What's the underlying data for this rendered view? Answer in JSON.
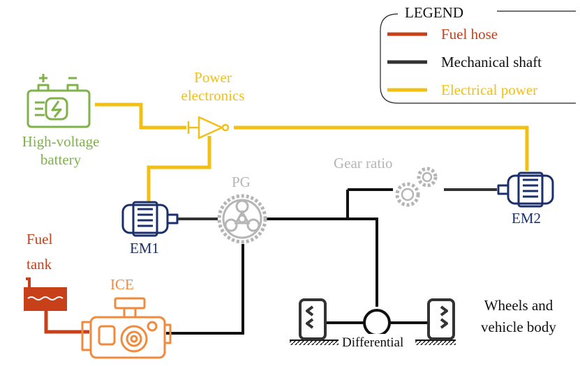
{
  "colors": {
    "fuel": "#c8401a",
    "mechanical": "#333333",
    "electrical": "#f2bf14",
    "battery": "#7fb24a",
    "motor": "#1b2f6b",
    "ice": "#f08a3c",
    "gray": "#b5b5b5",
    "black": "#111111"
  },
  "legend": {
    "title": "LEGEND",
    "items": [
      {
        "label": "Fuel hose",
        "kind": "fuel"
      },
      {
        "label": "Mechanical shaft",
        "kind": "mechanical"
      },
      {
        "label": "Electrical power",
        "kind": "electrical"
      }
    ]
  },
  "components": {
    "battery": {
      "line1": "High-voltage",
      "line2": "battery",
      "icon": "battery-icon"
    },
    "power_electronics": {
      "line1": "Power",
      "line2": "electronics",
      "icon": "inverter-icon"
    },
    "pg": {
      "label": "PG",
      "icon": "planetary-gear-icon"
    },
    "gear_ratio": {
      "label": "Gear ratio",
      "icon": "gears-icon"
    },
    "em1": {
      "label": "EM1",
      "icon": "electric-motor-icon"
    },
    "em2": {
      "label": "EM2",
      "icon": "electric-motor-icon"
    },
    "fuel_tank": {
      "line1": "Fuel",
      "line2": "tank",
      "icon": "fuel-tank-icon"
    },
    "ice": {
      "label": "ICE",
      "icon": "engine-icon"
    },
    "differential": {
      "label": "Differential",
      "icon": "differential-icon"
    },
    "wheels": {
      "line1": "Wheels and",
      "line2": "vehicle body",
      "icon": "wheel-icon"
    }
  }
}
